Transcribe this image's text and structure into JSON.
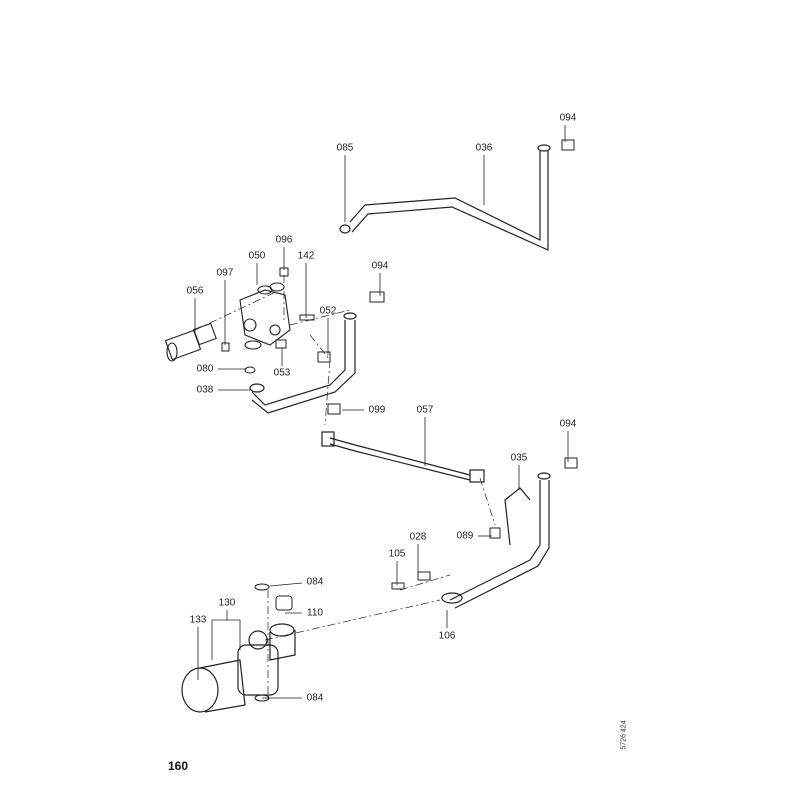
{
  "page_number": "160",
  "document_number": "5726 424",
  "parts": {
    "p094a": "094",
    "p085": "085",
    "p036": "036",
    "p096": "096",
    "p050": "050",
    "p142": "142",
    "p097": "097",
    "p056": "056",
    "p094b": "094",
    "p052": "052",
    "p080": "080",
    "p053": "053",
    "p038": "038",
    "p099": "099",
    "p057": "057",
    "p094c": "094",
    "p035": "035",
    "p089": "089",
    "p105": "105",
    "p028": "028",
    "p084a": "084",
    "p110": "110",
    "p130": "130",
    "p133": "133",
    "p106": "106",
    "p084b": "084"
  }
}
